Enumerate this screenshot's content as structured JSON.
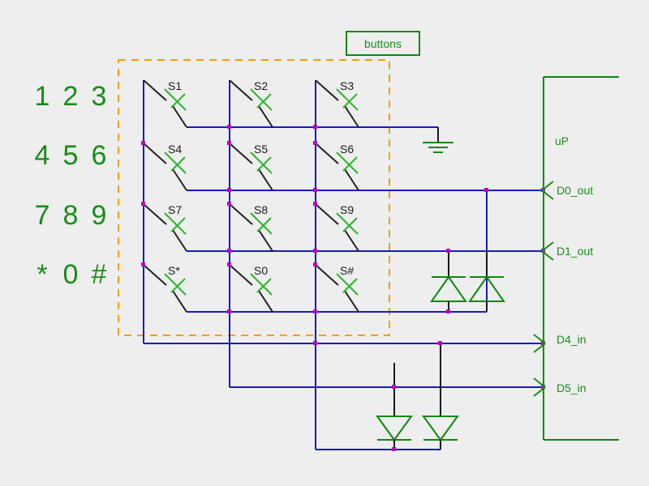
{
  "diagram": {
    "title_group": "buttons",
    "background_color": "#eeeeee",
    "wire_color": "#1818c8",
    "component_color": "#1a8c1a",
    "switch_blade_color": "#222222",
    "junction_color": "#c000c0",
    "group_box_color": "#f0a000",
    "label_color": "#1a1a1a"
  },
  "keypad": {
    "rows": [
      [
        "1",
        "2",
        "3"
      ],
      [
        "4",
        "5",
        "6"
      ],
      [
        "7",
        "8",
        "9"
      ],
      [
        "*",
        "0",
        "#"
      ]
    ]
  },
  "switch_matrix": {
    "rows": [
      {
        "switches": [
          "S1",
          "S2",
          "S3"
        ]
      },
      {
        "switches": [
          "S4",
          "S5",
          "S6"
        ]
      },
      {
        "switches": [
          "S7",
          "S8",
          "S9"
        ]
      },
      {
        "switches": [
          "S*",
          "S0",
          "S#"
        ]
      }
    ]
  },
  "microprocessor": {
    "name": "uP",
    "ports": [
      {
        "name": "D0_out",
        "direction": "out"
      },
      {
        "name": "D1_out",
        "direction": "out"
      },
      {
        "name": "D4_in",
        "direction": "in"
      },
      {
        "name": "D5_in",
        "direction": "in"
      }
    ]
  },
  "components": {
    "ground_count": 1,
    "diodes_upper": 2,
    "diodes_lower": 2
  }
}
